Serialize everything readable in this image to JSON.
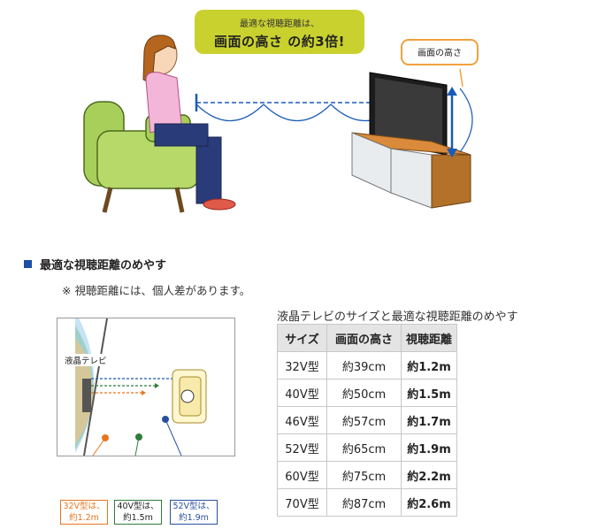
{
  "callout_main": {
    "line1": "最適な視聴距離は、",
    "line2": "画面の高さ の約3倍!"
  },
  "callout_height": "画面の高さ",
  "section": {
    "title": "最適な視聴距離のめやす",
    "note": "※ 視聴距離には、個人差があります。"
  },
  "diagram": {
    "tv_label": "液晶テレビ",
    "labels": [
      {
        "line1": "32V型は、",
        "line2": "約1.2m",
        "color": "#e8761f"
      },
      {
        "line1": "40V型は、",
        "line2": "約1.5m",
        "color": "#2e7d3a"
      },
      {
        "line1": "52V型は、",
        "line2": "約1.9m",
        "color": "#2a4fa0"
      }
    ]
  },
  "table": {
    "title": "液晶テレビのサイズと最適な視聴距離のめやす",
    "headers": [
      "サイズ",
      "画面の高さ",
      "視聴距離"
    ],
    "rows": [
      [
        "32V型",
        "約39cm",
        "約1.2m"
      ],
      [
        "40V型",
        "約50cm",
        "約1.5m"
      ],
      [
        "46V型",
        "約57cm",
        "約1.7m"
      ],
      [
        "52V型",
        "約65cm",
        "約1.9m"
      ],
      [
        "60V型",
        "約75cm",
        "約2.2m"
      ],
      [
        "70V型",
        "約87cm",
        "約2.6m"
      ]
    ]
  }
}
